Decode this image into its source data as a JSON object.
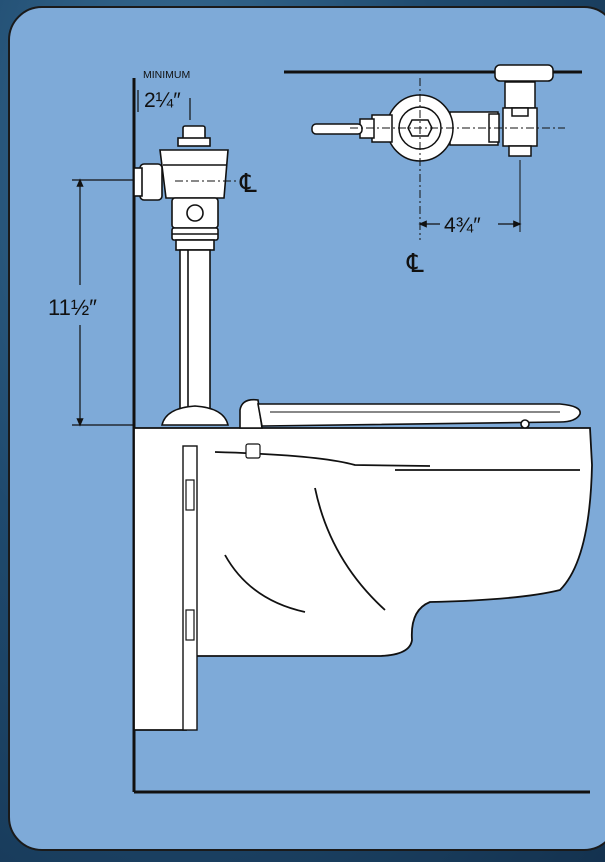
{
  "labels": {
    "minimum": "MINIMUM",
    "clearance": "2¼″",
    "valve_offset": "4¾″",
    "height": "11½″",
    "centerline_symbol": "℄"
  },
  "colors": {
    "panel": "#7eaad8",
    "background": "#1f4a6e",
    "fixture": "#ffffff",
    "line": "#111111"
  }
}
